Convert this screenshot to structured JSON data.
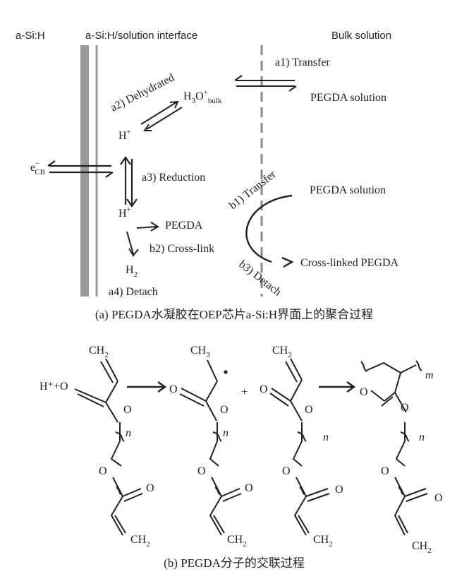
{
  "part_a": {
    "header_left": "a-Si:H",
    "header_mid": "a-Si:H/solution interface",
    "header_right": "Bulk solution",
    "a1": "a1) Transfer",
    "a2": "a2) Dehydrated",
    "a3": "a3) Reduction",
    "a4": "a4) Detach",
    "b1": "b1) Transfer",
    "b2": "b2) Cross-link",
    "b3": "b3) Detach",
    "h3o_main": "H",
    "h3o_sub3": "3",
    "h3o_o": "O",
    "h3o_sup": "+",
    "h3o_sub_bulk": "bulk",
    "h_plus_1": "H",
    "h_plus_1_sup": "+",
    "h_plus_2": "H",
    "h_plus_2_sup": "+",
    "ecb_e": "e",
    "ecb_sup": "−",
    "ecb_sub": "CB",
    "h2_h": "H",
    "h2_sub": "2",
    "pegda": "PEGDA",
    "pegda_solution_1": "PEGDA solution",
    "pegda_solution_2": "PEGDA solution",
    "crosslinked": "Cross-linked PEGDA",
    "caption": "(a) PEGDA水凝胶在OEP芯片a-Si:H界面上的聚合过程"
  },
  "part_b": {
    "hplus_o": "H⁺+O",
    "ch2": "CH",
    "ch3": "CH",
    "sub2": "2",
    "sub3": "3",
    "o": "O",
    "plus": "+",
    "n": "n",
    "m": "m",
    "caption": "(b) PEGDA分子的交联过程"
  }
}
